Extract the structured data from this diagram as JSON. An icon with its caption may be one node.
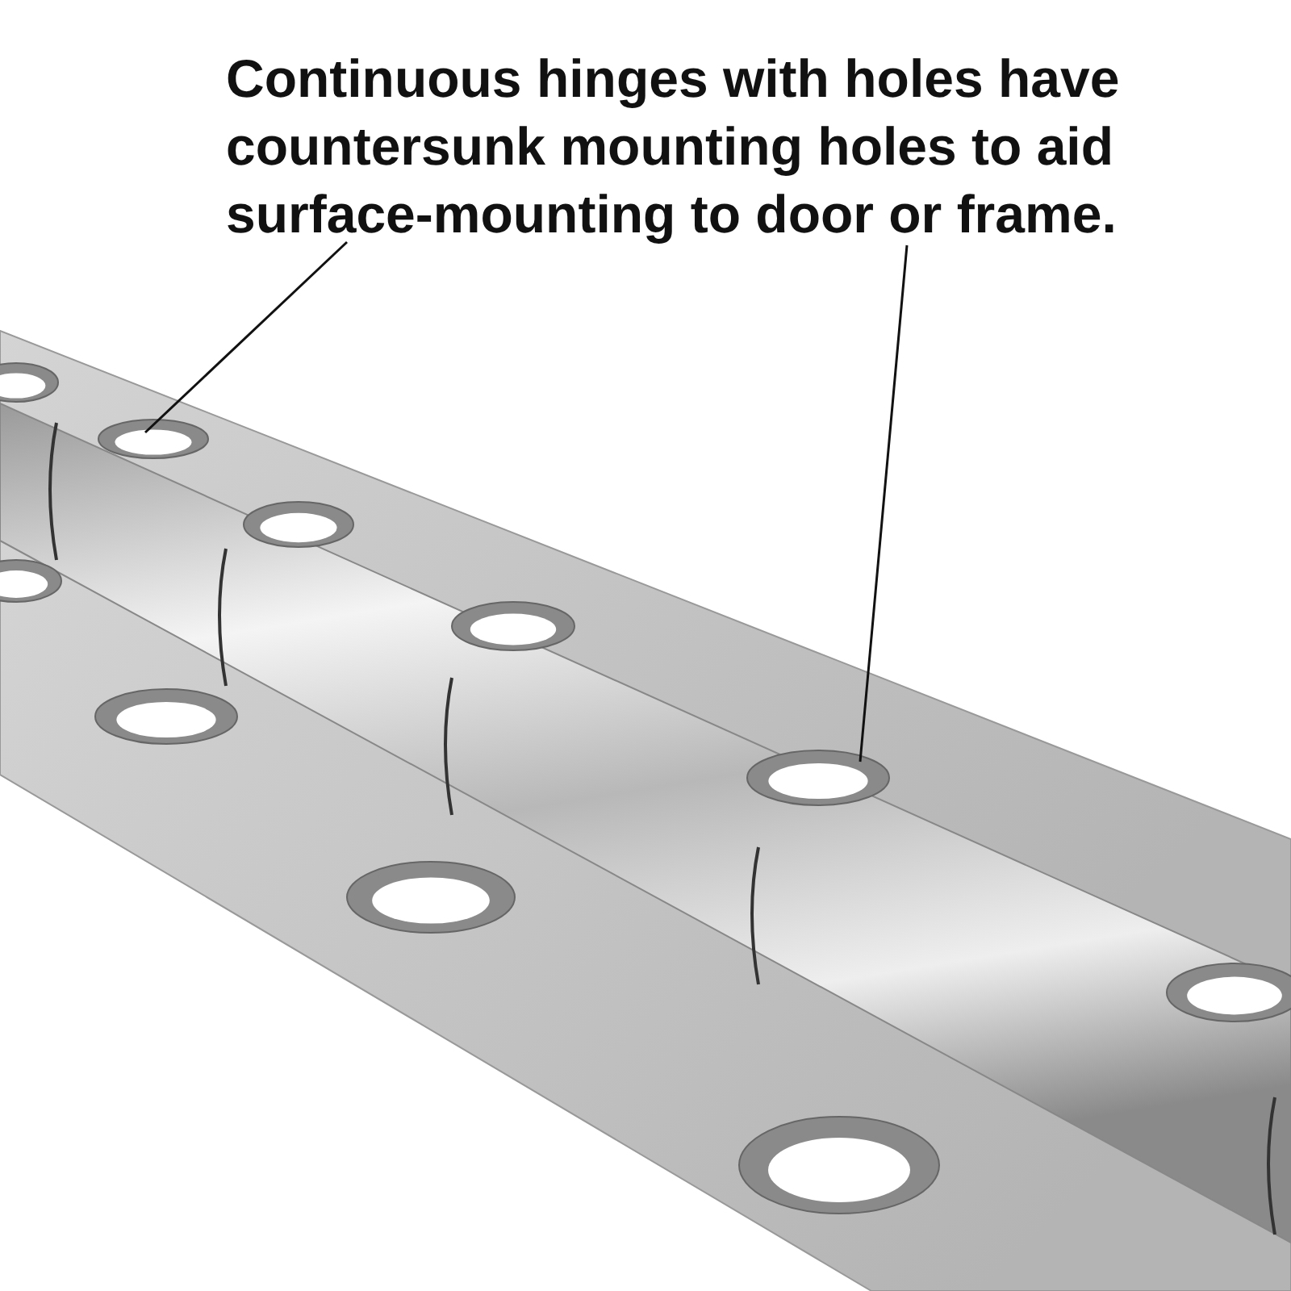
{
  "diagram": {
    "nodes": [
      {
        "text": [
          "Continuous hinges with holes have countersunk mounting holes to aid surface-mounting to door or frame."
        ]
      },
      {
        "text": [],
        "shape": "circle"
      },
      {
        "text": [],
        "shape": "circle"
      }
    ],
    "edges": [
      {
        "from": 0,
        "to": 1,
        "arrow": "none"
      },
      {
        "from": 0,
        "to": 2,
        "arrow": "none"
      }
    ]
  }
}
